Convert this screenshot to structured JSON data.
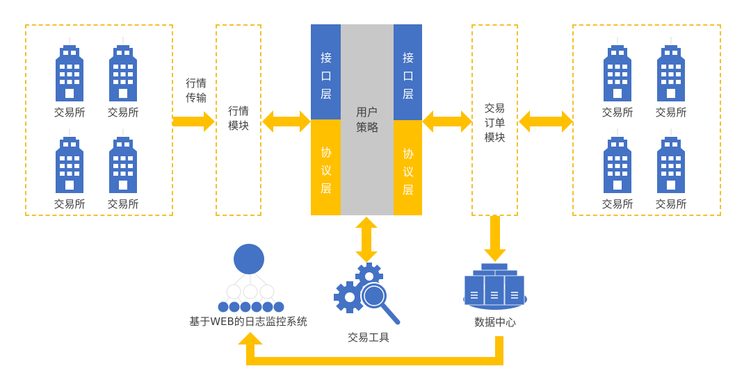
{
  "colors": {
    "blue": "#4472c4",
    "yellow": "#ffc000",
    "gray": "#c8c8c8",
    "dash": "#f2c12e",
    "text": "#404040"
  },
  "left_exchanges": {
    "items": [
      {
        "label": "交易所",
        "icon": "building-icon"
      },
      {
        "label": "交易所",
        "icon": "building-icon"
      },
      {
        "label": "交易所",
        "icon": "building-icon"
      },
      {
        "label": "交易所",
        "icon": "building-icon"
      }
    ]
  },
  "market_transfer_label": [
    "行情",
    "传输"
  ],
  "market_module": {
    "lines": [
      "行情",
      "模块"
    ]
  },
  "core": {
    "left_interface": [
      "接",
      "口",
      "层"
    ],
    "left_protocol": [
      "协",
      "议",
      "层"
    ],
    "strategy": [
      "用户",
      "策略"
    ],
    "right_interface": [
      "接",
      "口",
      "层"
    ],
    "right_protocol": [
      "协",
      "议",
      "层"
    ]
  },
  "order_module": {
    "lines": [
      "交易",
      "订单",
      "模块"
    ]
  },
  "right_exchanges": {
    "items": [
      {
        "label": "交易所",
        "icon": "building-icon"
      },
      {
        "label": "交易所",
        "icon": "building-icon"
      },
      {
        "label": "交易所",
        "icon": "building-icon"
      },
      {
        "label": "交易所",
        "icon": "building-icon"
      }
    ]
  },
  "monitor": {
    "label": "基于WEB的日志监控系统",
    "icon": "hierarchy-icon"
  },
  "tools": {
    "label": "交易工具",
    "icon": "gears-magnifier-icon"
  },
  "datacenter": {
    "label": "数据中心",
    "icon": "server-stack-icon"
  }
}
